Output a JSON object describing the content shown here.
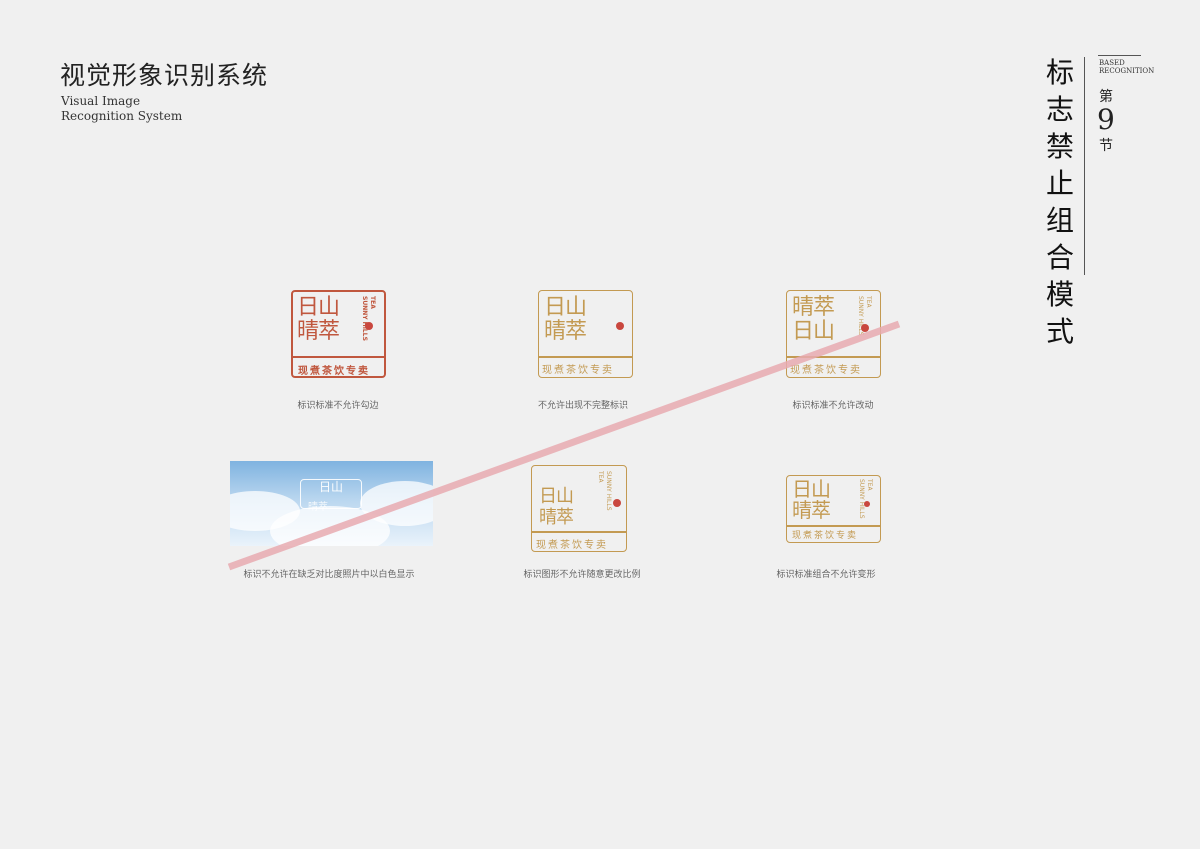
{
  "header": {
    "title_zh": "视觉形象识别系统",
    "title_en_line1": "Visual Image",
    "title_en_line2": "Recognition System"
  },
  "section": {
    "title_vertical": "标志禁止组合模式",
    "based": "BASED",
    "recognition": "RECOGNITION",
    "di": "第",
    "number": "9",
    "jie": "节"
  },
  "logo": {
    "name_top": "日山",
    "name_bottom": "晴萃",
    "tagline": "现煮茶饮专卖",
    "tea": "TEA",
    "sunny_hills": "SUNNY HILLS"
  },
  "captions": [
    "标识标准不允许勾边",
    "不允许出现不完整标识",
    "标识标准不允许改动",
    "标识不允许在缺乏对比度照片中以白色显示",
    "标识图形不允许随意更改比例",
    "标识标准组合不允许变形"
  ],
  "colors": {
    "gold": "#c39a52",
    "red_outline": "#c0573e",
    "seal": "#c9473e",
    "strike": "#e8aab0"
  }
}
